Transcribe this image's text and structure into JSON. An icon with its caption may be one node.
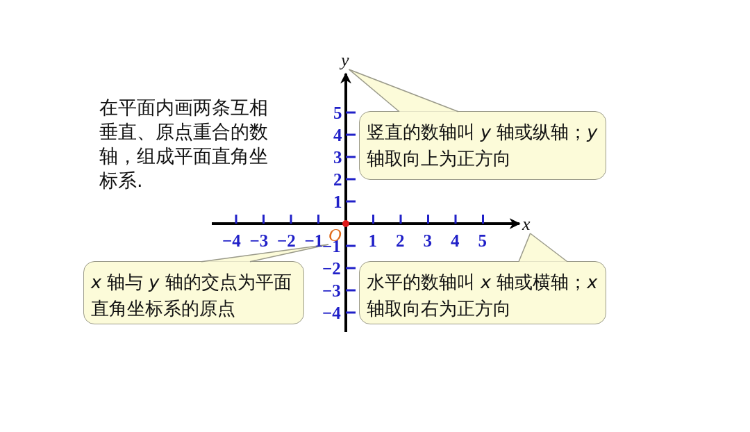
{
  "diagram": {
    "nodes": [
      {
        "text": [
          "y"
        ]
      },
      {
        "text": [
          "竖直的数轴叫 *y* 轴或纵轴；*y* 轴取向上为正方向"
        ]
      },
      {
        "text": [
          "x"
        ]
      },
      {
        "text": [
          "水平的数轴叫 *x* 轴或横轴；*x* 轴取向右为正方向"
        ]
      },
      {
        "text": [
          "O"
        ]
      },
      {
        "text": [
          "*x* 轴与 *y* 轴的交点为平面直角坐标系的原点"
        ]
      }
    ],
    "edges": [
      {
        "from": 1,
        "to": 0,
        "arrow": "none"
      },
      {
        "from": 3,
        "to": 2,
        "arrow": "none"
      },
      {
        "from": 5,
        "to": 4,
        "arrow": "none"
      }
    ],
    "labels": [
      "在平面内画两条互相垂直、原点重合的数轴，组成平面直角坐标系.",
      "−4",
      "−3",
      "−2",
      "−1",
      "1",
      "2",
      "3",
      "4",
      "5",
      "5",
      "4",
      "3",
      "2",
      "1",
      "−1",
      "−2",
      "−3",
      "−4"
    ]
  }
}
